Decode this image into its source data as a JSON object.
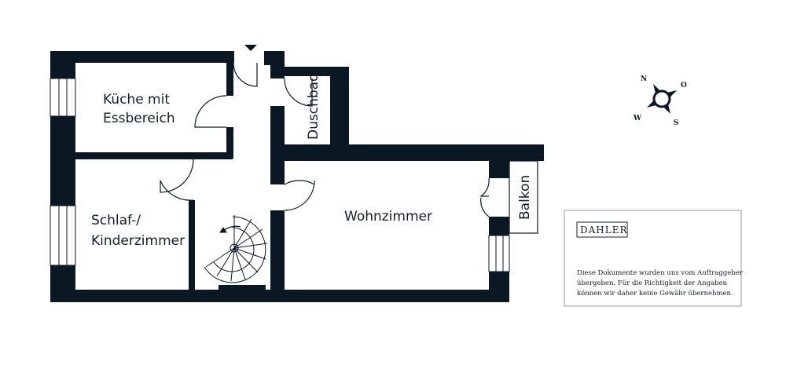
{
  "colors": {
    "wall": "#0c1724",
    "ink": "#141e2b",
    "background": "#ffffff",
    "box_border": "#999999"
  },
  "rooms": {
    "kueche_line1": "Küche mit",
    "kueche_line2": "Essbereich",
    "duschbad": "Duschbad",
    "schlaf_line1": "Schlaf-/",
    "schlaf_line2": "Kinderzimmer",
    "wohnzimmer": "Wohnzimmer",
    "balkon": "Balkon"
  },
  "compass": {
    "n": "N",
    "o": "O",
    "s": "S",
    "w": "W"
  },
  "info_box": {
    "brand": "DAHLER",
    "disclaimer_line1": "Diese Dokumente wurden uns vom Auftraggeber",
    "disclaimer_line2": "übergeben. Für die Richtigkeit der Angaben",
    "disclaimer_line3": "können wir daher keine Gewähr übernehmen."
  },
  "icons": {
    "entrance": "entrance-arrow-icon",
    "stairs": "spiral-staircase-icon",
    "compass": "compass-rose-icon"
  }
}
